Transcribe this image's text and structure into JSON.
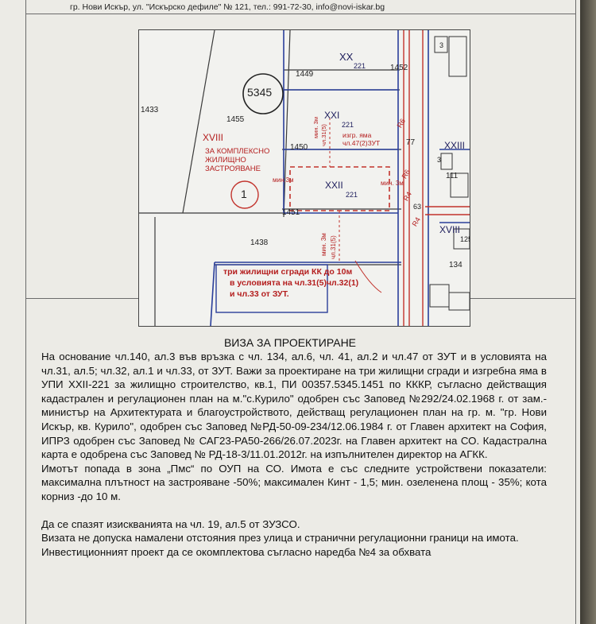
{
  "header": {
    "contact": "гр. Нови Искър, ул. \"Искърско дефиле\" № 121, тел.: 991-72-30, info@novi-iskar.bg"
  },
  "map": {
    "lots": {
      "xx": "XX",
      "xx_num": "221",
      "n1449": "1449",
      "n1452": "1452",
      "n1433": "1433",
      "quarter": "5345",
      "n1455": "1455",
      "xviii": "XVIII",
      "purpose": [
        "ЗА КОМПЛЕКСНО",
        "ЖИЛИЩНО",
        "ЗАСТРОЯВАНЕ"
      ],
      "circle1": "1",
      "xxi": "XXI",
      "xxi_num": "221",
      "n1450": "1450",
      "xxii": "XXII",
      "xxii_num": "221",
      "n1451": "1451",
      "n1438": "1438",
      "n77": "77",
      "xxiii": "XXIII",
      "n111": "111",
      "n63": "63",
      "xviii_right": "XVIII",
      "n125": "125",
      "n134": "134",
      "n3a": "3",
      "n3b": "3"
    },
    "red_notes": {
      "pit": "изгр. яма",
      "pit_law": "чл.47(2)ЗУТ",
      "min3m_a": "мин. 3м",
      "min3m_b": "чл.31(5)",
      "min3m_left": "мин.3м",
      "min3m_right": "мин. 3м",
      "min3m_c": "мин. 3м",
      "min3m_d": "чл.31(5)",
      "r6_a": "R6",
      "r6_b": "R6",
      "r4_a": "R4",
      "r4_b": "R4",
      "build1": "три жилищни сгради  КК до 10м",
      "build2": "в условията на  чл.31(5)чл.32(1)",
      "build3": "и чл.33 от ЗУТ."
    }
  },
  "document": {
    "title": "ВИЗА ЗА ПРОЕКТИРАНЕ",
    "p1": "На основание чл.140, ал.3 във връзка с чл. 134, ал.6, чл. 41, ал.2 и чл.47 от ЗУТ и в условията на чл.31, ал.5; чл.32, ал.1 и чл.33, от ЗУТ. Важи за проектиране на три жилищни сгради и изгребна яма в УПИ XXII-221 за жилищно строителство, кв.1, ПИ 00357.5345.1451 по КККР, съгласно действащия кадастрален и регулационен план на м.\"с.Курило\" одобрен със Заповед №292/24.02.1968 г. от зам.-министър на Архитектурата и благоустройството, действащ регулационен план на гр. м. \"гр. Нови Искър, кв. Курило\", одобрен със Заповед №РД-50-09-234/12.06.1984 г. от Главен архитект на София, ИПРЗ одобрен със Заповед № САГ23-РА50-266/26.07.2023г. на Главен архитект на СО. Кадастрална карта е одобрена със Заповед № РД-18-3/11.01.2012г. на изпълнителен директор на АГКК.",
    "p2": "Имотът попада в зона „Пмс“ по ОУП на СО. Имота е със следните устройствени показатели: максимална плътност на застрояване -50%; максимален Кинт - 1,5; мин. озеленена площ - 35%; кота корниз -до 10 м.",
    "p3": "Да се спазят изискванията на чл. 19, ал.5 от ЗУЗСО.",
    "p4": "Визата не допуска намалени отстояния през улица и странични регулационни граници на имота.",
    "p5": "Инвестиционният проект да се окомплектова съгласно наредба №4 за обхвата"
  }
}
